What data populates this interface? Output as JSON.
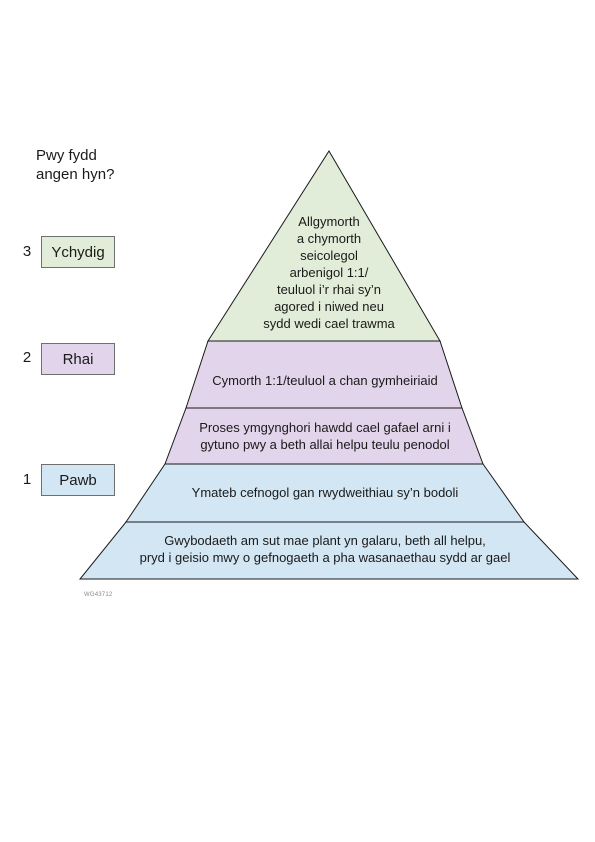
{
  "question": {
    "line1": "Pwy fydd",
    "line2": "angen hyn?"
  },
  "tiers": [
    {
      "number": "3",
      "label": "Ychydig"
    },
    {
      "number": "2",
      "label": "Rhai"
    },
    {
      "number": "1",
      "label": "Pawb"
    }
  ],
  "levels": [
    {
      "lines": [
        "Allgymorth",
        "a chymorth",
        "seicolegol",
        "arbenigol 1:1/",
        "teuluol i’r rhai sy’n",
        "agored i niwed neu",
        "sydd wedi cael trawma"
      ]
    },
    {
      "lines": [
        "Cymorth 1:1/teuluol a chan gymheiriaid"
      ]
    },
    {
      "lines": [
        "Proses ymgynghori hawdd cael gafael arni i",
        "gytuno pwy a beth allai helpu teulu penodol"
      ]
    },
    {
      "lines": [
        "Ymateb cefnogol gan rwydweithiau sy’n bodoli"
      ]
    },
    {
      "lines": [
        "Gwybodaeth am sut mae plant yn galaru, beth all helpu,",
        "pryd i geisio mwy o gefnogaeth a pha wasanaethau sydd ar gael"
      ]
    }
  ],
  "colors": {
    "green": "#e1edd8",
    "purple": "#e2d4ea",
    "blue": "#d3e6f3",
    "outline": "#1a1a1a"
  },
  "doc_code": "WG43712"
}
